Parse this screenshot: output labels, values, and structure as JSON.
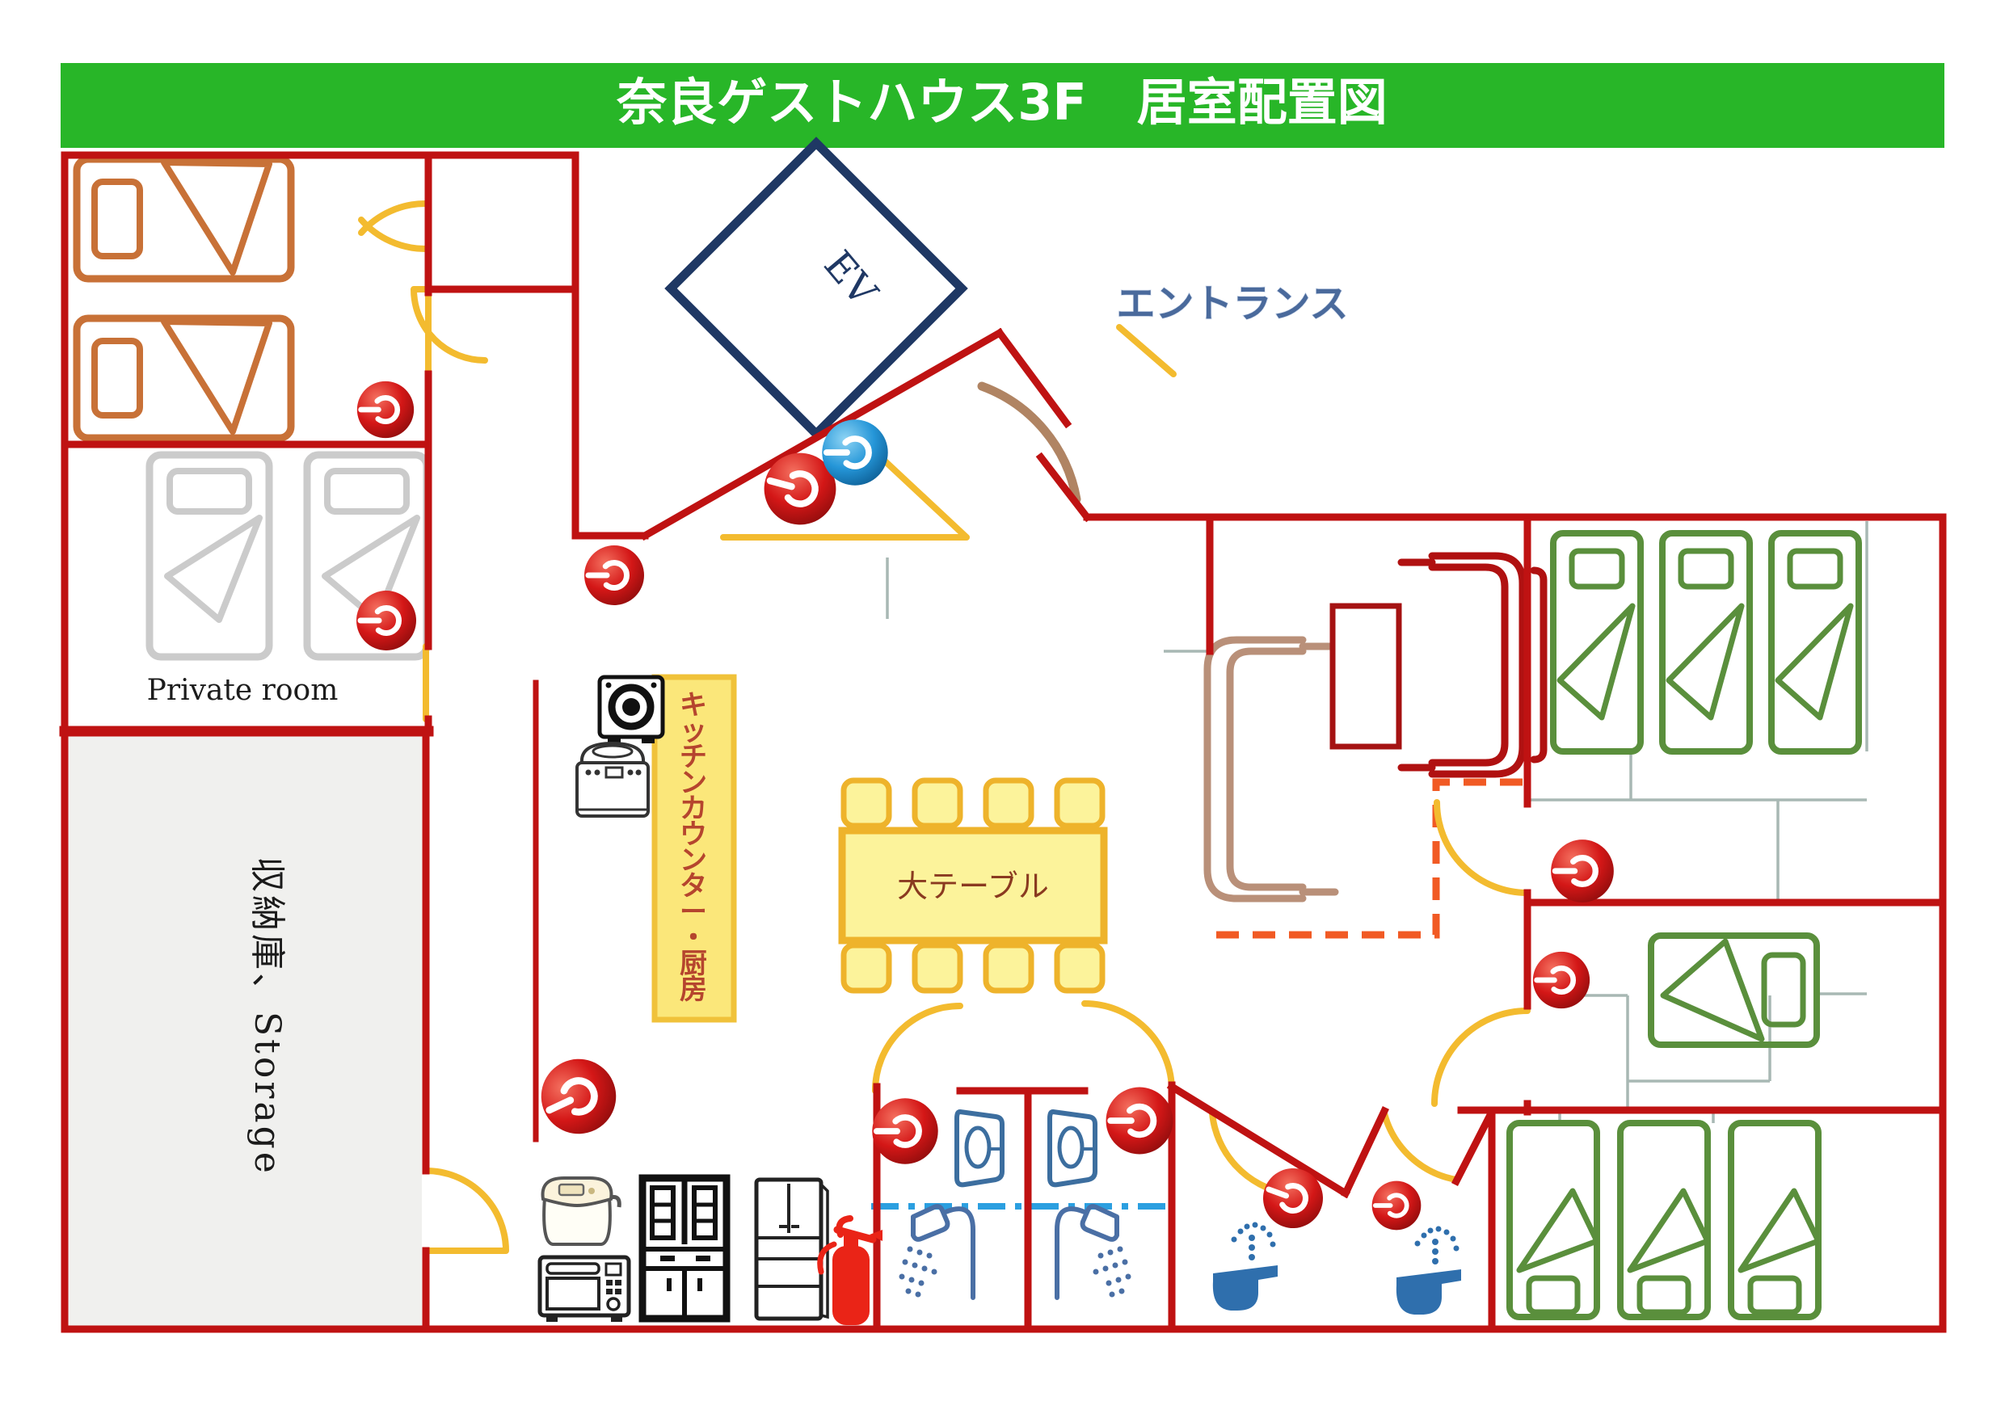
{
  "title": {
    "text": "奈良ゲストハウス3F　居室配置図"
  },
  "labels": {
    "elevator": "EV",
    "entrance": "エントランス",
    "private_room": "Private room",
    "storage": "収納庫、Storage",
    "kitchen_counter": "キッチンカウンター・厨房",
    "large_table": "大テーブル"
  },
  "colors": {
    "title_bar_green": "#28b628",
    "title_text": "#ffffff",
    "wall_red": "#bf1212",
    "door_yellow": "#f3bb2f",
    "entrance_door_brown": "#b08463",
    "elevator_navy": "#1f3864",
    "bed_orange": "#c87137",
    "bed_gray": "#cbcbcb",
    "bed_green": "#5a8f3c",
    "sofa_brown": "#b99079",
    "sofa_red": "#b01111",
    "dining_yellow_fill": "#fcf39b",
    "kitchen_strip_fill": "#fbe77a",
    "kitchen_text": "#b5452e",
    "power_button_red": "#d41717",
    "power_button_blue": "#2596d8",
    "plumbing_dashdot_blue": "#2b9fe0",
    "partition_dashed_orange": "#f15a24",
    "partition_gray": "#a8b8b4"
  },
  "rooms": [
    {
      "name": "twin-room-top-left",
      "beds": 2,
      "bed_color": "orange"
    },
    {
      "name": "private-room",
      "label": "Private room",
      "beds": 2,
      "bed_color": "gray"
    },
    {
      "name": "storage-room",
      "label": "収納庫、Storage"
    },
    {
      "name": "elevator",
      "label": "EV"
    },
    {
      "name": "entrance",
      "label": "エントランス"
    },
    {
      "name": "kitchen-counter",
      "label": "キッチンカウンター・厨房"
    },
    {
      "name": "dining-area",
      "label": "大テーブル",
      "chairs": 8
    },
    {
      "name": "lounge",
      "sofas": 2,
      "coffee_table": 1
    },
    {
      "name": "dorm-room-top-right",
      "beds": 3,
      "bed_color": "green"
    },
    {
      "name": "dorm-room-middle-right",
      "beds": 1,
      "bed_color": "green"
    },
    {
      "name": "dorm-room-bottom-right",
      "beds": 3,
      "bed_color": "green"
    },
    {
      "name": "shower-room-1"
    },
    {
      "name": "shower-room-2"
    },
    {
      "name": "toilet-1"
    },
    {
      "name": "toilet-2"
    }
  ],
  "icons": {
    "power-button-red": 11,
    "power-button-blue": 1,
    "shower-head": 2,
    "mirror-sink": 2,
    "bidet-toilet": 2,
    "exhaust-fan": 1,
    "water-boiler": 1,
    "rice-cooker": 1,
    "microwave-oven": 1,
    "cupboard": 1,
    "refrigerator": 1,
    "fire-extinguisher": 1
  }
}
